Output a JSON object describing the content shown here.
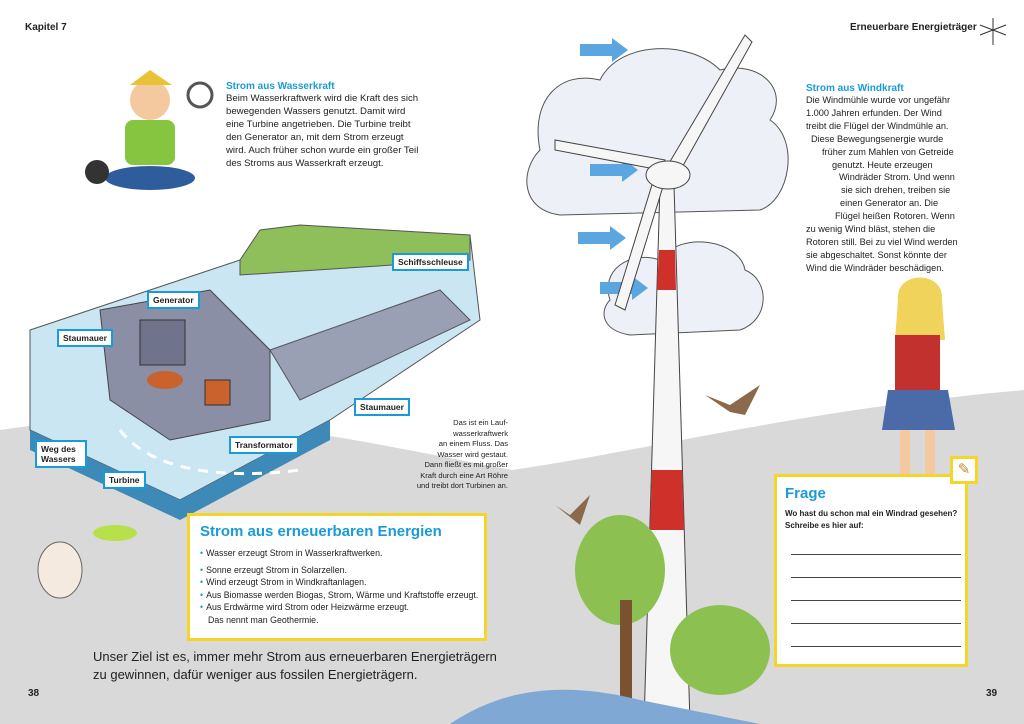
{
  "header": {
    "chapter": "Kapitel 7",
    "topic": "Erneuerbare Energieträger"
  },
  "left": {
    "water": {
      "title": "Strom aus Wasserkraft",
      "lines": [
        "Beim Wasserkraftwerk wird die Kraft des sich",
        "bewegenden Wassers genutzt. Damit wird",
        "eine Turbine angetrieben. Die Turbine treibt",
        "den Generator an, mit dem Strom erzeugt",
        "wird. Auch früher schon wurde ein großer Teil",
        "des Stroms aus Wasserkraft erzeugt."
      ]
    },
    "diagram_labels": {
      "staumauer1": "Staumauer",
      "generator": "Generator",
      "schiffsschleuse": "Schiffsschleuse",
      "staumauer2": "Staumauer",
      "transformator": "Transformator",
      "weg": "Weg des Wassers",
      "turbine": "Turbine"
    },
    "caption": [
      "Das ist ein Lauf-",
      "wasserkraftwerk",
      "an einem Fluss. Das",
      "Wasser wird gestaut.",
      "Dann fließt es mit großer",
      "Kraft durch eine Art Röhre",
      "und treibt dort Turbinen an."
    ],
    "box": {
      "title": "Strom aus erneuerbaren Energien",
      "items": [
        "Wasser erzeugt Strom in Wasserkraftwerken.",
        "Sonne erzeugt Strom in Solarzellen.",
        "Wind erzeugt Strom in Windkraftanlagen.",
        "Aus Biomasse werden Biogas, Strom, Wärme und Kraftstoffe erzeugt.",
        "Aus Erdwärme wird Strom oder Heizwärme erzeugt."
      ],
      "extra": "Das nennt man Geothermie."
    },
    "goal": [
      "Unser Ziel ist es, immer mehr Strom aus erneuerbaren Energieträgern",
      "zu gewinnen, dafür weniger aus fossilen Energieträgern."
    ],
    "page": "38"
  },
  "right": {
    "wind": {
      "title": "Strom aus Windkraft",
      "lines": [
        "Die Windmühle wurde vor ungefähr",
        "1.000 Jahren erfunden. Der Wind",
        "treibt die Flügel der Windmühle an.",
        "Diese Bewegungsenergie wurde",
        "früher zum Mahlen von Getreide",
        "genutzt. Heute erzeugen",
        "Windräder Strom. Und wenn",
        "sie sich drehen, treiben sie",
        "einen Generator an. Die",
        "Flügel heißen Rotoren. Wenn",
        "zu wenig Wind bläst, stehen die",
        "Rotoren still. Bei zu viel Wind werden",
        "sie abgeschaltet. Sonst könnte der",
        "Wind die Windräder beschädigen."
      ]
    },
    "frage": {
      "title": "Frage",
      "question": [
        "Wo hast du schon mal ein Windrad gesehen?",
        "Schreibe es hier auf:"
      ]
    },
    "page": "39"
  },
  "colors": {
    "accent": "#1a9bd7",
    "box_border": "#f4d52a",
    "ground": "#d9d9d9"
  }
}
